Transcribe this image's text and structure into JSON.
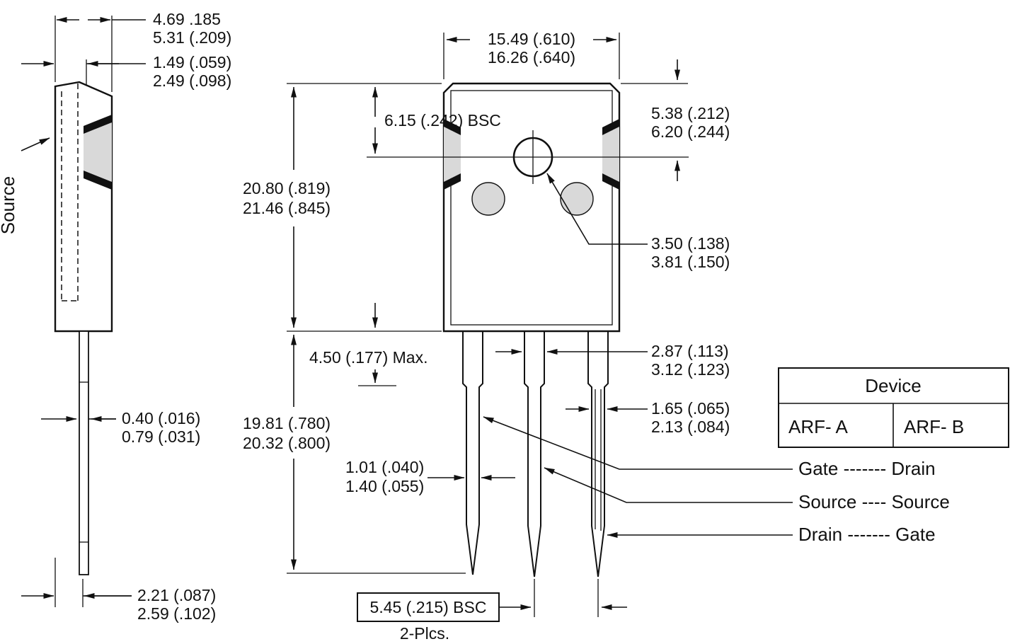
{
  "drawing": {
    "side_label": "Source",
    "pitch_note": "2-Plcs."
  },
  "dims": {
    "head_width": {
      "l1": "4.69  .185",
      "l2": "5.31 (.209)"
    },
    "face_to_lead": {
      "l1": "1.49 (.059)",
      "l2": "2.49 (.098)"
    },
    "lead_thickness": {
      "l1": "0.40 (.016)",
      "l2": "0.79 (.031)"
    },
    "lead_setback": {
      "l1": "2.21 (.087)",
      "l2": "2.59 (.102)"
    },
    "body_width": {
      "l1": "15.49 (.610)",
      "l2": "16.26 (.640)"
    },
    "hole_offset": {
      "l1": "6.15 (.242) BSC"
    },
    "body_height": {
      "l1": "20.80 (.819)",
      "l2": "21.46 (.845)"
    },
    "shoulder_max": {
      "l1": "4.50 (.177) Max."
    },
    "lead_length": {
      "l1": "19.81 (.780)",
      "l2": "20.32 (.800)"
    },
    "lead_tip_width": {
      "l1": "1.01 (.040)",
      "l2": "1.40 (.055)"
    },
    "lead_pitch": {
      "l1": "5.45 (.215) BSC"
    },
    "tab_height": {
      "l1": "5.38 (.212)",
      "l2": "6.20 (.244)"
    },
    "hole_diameter": {
      "l1": "3.50 (.138)",
      "l2": "3.81 (.150)"
    },
    "lead_base_width": {
      "l1": "2.87 (.113)",
      "l2": "3.12 (.123)"
    },
    "lead_thin_width": {
      "l1": "1.65 (.065)",
      "l2": "2.13 (.084)"
    }
  },
  "pinout": {
    "row1": "Gate ------- Drain",
    "row2": "Source ---- Source",
    "row3": "Drain ------- Gate"
  },
  "device_table": {
    "header": "Device",
    "variant_a": "ARF- A",
    "variant_b": "ARF- B"
  },
  "colors": {
    "line": "#111111",
    "fill_gray": "#d9d9d9",
    "background": "#ffffff"
  }
}
